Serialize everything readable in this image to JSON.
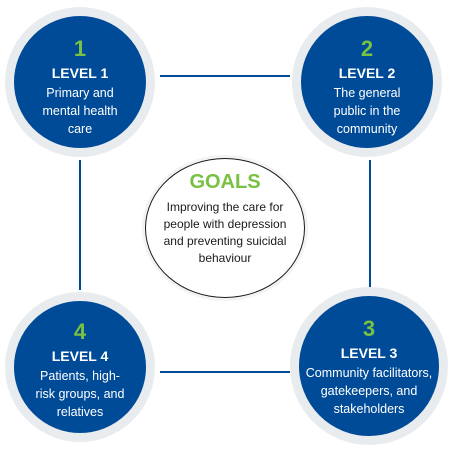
{
  "goals": {
    "title": "GOALS",
    "description": "Improving the care for people with depression and preventing suicidal behaviour"
  },
  "levels": [
    {
      "number": "1",
      "title": "LEVEL 1",
      "description": "Primary and mental health care"
    },
    {
      "number": "2",
      "title": "LEVEL 2",
      "description": "The general public in the community"
    },
    {
      "number": "3",
      "title": "LEVEL 3",
      "description": "Community facilitators, gatekeepers, and stakeholders"
    },
    {
      "number": "4",
      "title": "LEVEL 4",
      "description": "Patients, high-risk groups, and relatives"
    }
  ],
  "colors": {
    "circle_fill": "#004b98",
    "circle_ring": "#e9ecef",
    "number_green": "#79c142",
    "connector": "#004b98"
  }
}
